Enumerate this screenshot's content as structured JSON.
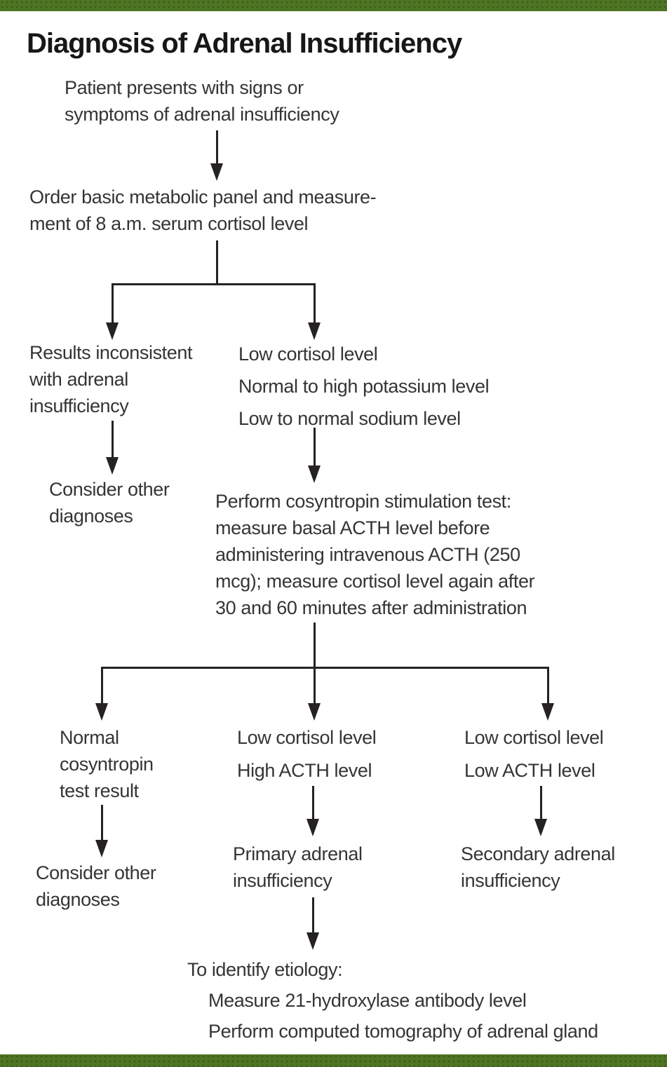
{
  "title": "Diagnosis of Adrenal Insufficiency",
  "colors": {
    "accent_green": "#4e7522",
    "line_black": "#262223",
    "body_text": "#363435",
    "title_text": "#191617",
    "background": "#ffffff"
  },
  "flowchart": {
    "nodes": {
      "patient": {
        "lines": [
          "Patient presents with signs or",
          "symptoms of adrenal insufficiency"
        ]
      },
      "order": {
        "lines": [
          "Order basic metabolic panel and measure-",
          "ment of 8 a.m. serum cortisol level"
        ]
      },
      "inconsistent": {
        "lines": [
          "Results inconsistent",
          "with adrenal",
          "insufficiency"
        ]
      },
      "abnormal_panel": {
        "lines": [
          "Low cortisol level",
          "Normal to high potassium level",
          "Low to normal sodium level"
        ]
      },
      "consider_other_1": {
        "lines": [
          "Consider other",
          "diagnoses"
        ]
      },
      "cosyntropin": {
        "lines": [
          "Perform cosyntropin stimulation test:",
          "measure basal ACTH level before",
          "administering intravenous ACTH (250",
          "mcg); measure cortisol level again after",
          "30 and 60 minutes after administration"
        ]
      },
      "normal_result": {
        "lines": [
          "Normal",
          "cosyntropin",
          "test result"
        ]
      },
      "primary_labs": {
        "lines": [
          "Low cortisol level",
          "High ACTH level"
        ]
      },
      "secondary_labs": {
        "lines": [
          "Low cortisol level",
          "Low ACTH level"
        ]
      },
      "consider_other_2": {
        "lines": [
          "Consider other",
          "diagnoses"
        ]
      },
      "primary": {
        "lines": [
          "Primary adrenal",
          "insufficiency"
        ]
      },
      "secondary": {
        "lines": [
          "Secondary adrenal",
          "insufficiency"
        ]
      },
      "etiology": {
        "heading": "To identify etiology:",
        "items": [
          "Measure 21-hydroxylase antibody level",
          "Perform computed tomography of adrenal gland"
        ]
      }
    }
  }
}
